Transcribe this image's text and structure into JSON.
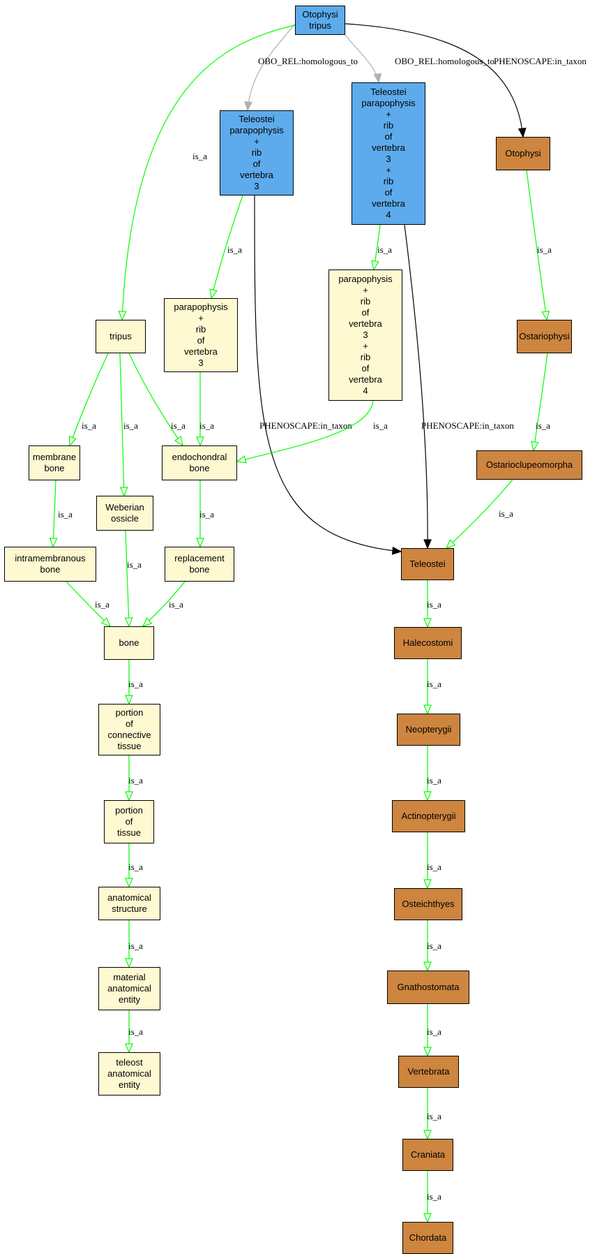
{
  "colors": {
    "blue": "#5dabec",
    "yellow": "#fff9d2",
    "brown": "#cd853f",
    "is_a": "#00ff00",
    "homologous": "#b0b0b0",
    "in_taxon": "#000000"
  },
  "nodes": [
    {
      "id": "otophysi_tripus",
      "text": "Otophysi\ntripus",
      "style": "blue"
    },
    {
      "id": "tel_pp3",
      "text": "Teleostei\nparapophysis\n+\nrib\nof\nvertebra\n3",
      "style": "blue"
    },
    {
      "id": "tel_pp34",
      "text": "Teleostei\nparapophysis\n+\nrib\nof\nvertebra\n3\n+\nrib\nof\nvertebra\n4",
      "style": "blue"
    },
    {
      "id": "otophysi",
      "text": "Otophysi",
      "style": "brown"
    },
    {
      "id": "tripus",
      "text": "tripus",
      "style": "yellow"
    },
    {
      "id": "pp3",
      "text": "parapophysis\n+\nrib\nof\nvertebra\n3",
      "style": "yellow"
    },
    {
      "id": "pp34",
      "text": "parapophysis\n+\nrib\nof\nvertebra\n3\n+\nrib\nof\nvertebra\n4",
      "style": "yellow"
    },
    {
      "id": "ostariophysi",
      "text": "Ostariophysi",
      "style": "brown"
    },
    {
      "id": "membrane_bone",
      "text": "membrane\nbone",
      "style": "yellow"
    },
    {
      "id": "endochondral",
      "text": "endochondral\nbone",
      "style": "yellow"
    },
    {
      "id": "ostarioclupeomorpha",
      "text": "Ostarioclupeomorpha",
      "style": "brown"
    },
    {
      "id": "weberian",
      "text": "Weberian\nossicle",
      "style": "yellow"
    },
    {
      "id": "intramembranous",
      "text": "intramembranous\nbone",
      "style": "yellow"
    },
    {
      "id": "replacement",
      "text": "replacement\nbone",
      "style": "yellow"
    },
    {
      "id": "teleostei",
      "text": "Teleostei",
      "style": "brown"
    },
    {
      "id": "bone",
      "text": "bone",
      "style": "yellow"
    },
    {
      "id": "halecostomi",
      "text": "Halecostomi",
      "style": "brown"
    },
    {
      "id": "portion_ct",
      "text": "portion\nof\nconnective\ntissue",
      "style": "yellow"
    },
    {
      "id": "neopterygii",
      "text": "Neopterygii",
      "style": "brown"
    },
    {
      "id": "portion_t",
      "text": "portion\nof\ntissue",
      "style": "yellow"
    },
    {
      "id": "actinopterygii",
      "text": "Actinopterygii",
      "style": "brown"
    },
    {
      "id": "anat_struct",
      "text": "anatomical\nstructure",
      "style": "yellow"
    },
    {
      "id": "osteichthyes",
      "text": "Osteichthyes",
      "style": "brown"
    },
    {
      "id": "material",
      "text": "material\nanatomical\nentity",
      "style": "yellow"
    },
    {
      "id": "gnathostomata",
      "text": "Gnathostomata",
      "style": "brown"
    },
    {
      "id": "teleost_entity",
      "text": "teleost\nanatomical\nentity",
      "style": "yellow"
    },
    {
      "id": "vertebrata",
      "text": "Vertebrata",
      "style": "brown"
    },
    {
      "id": "craniata",
      "text": "Craniata",
      "style": "brown"
    },
    {
      "id": "chordata",
      "text": "Chordata",
      "style": "brown"
    }
  ],
  "edges": [
    {
      "from": "otophysi_tripus",
      "to": "tel_pp3",
      "label": "OBO_REL:homologous_to",
      "kind": "homologous"
    },
    {
      "from": "otophysi_tripus",
      "to": "tel_pp34",
      "label": "OBO_REL:homologous_to",
      "kind": "homologous"
    },
    {
      "from": "otophysi_tripus",
      "to": "otophysi",
      "label": "PHENOSCAPE:in_taxon",
      "kind": "in_taxon"
    },
    {
      "from": "otophysi_tripus",
      "to": "tripus",
      "label": "is_a",
      "kind": "is_a"
    },
    {
      "from": "tel_pp3",
      "to": "pp3",
      "label": "is_a",
      "kind": "is_a"
    },
    {
      "from": "tel_pp3",
      "to": "teleostei",
      "label": "PHENOSCAPE:in_taxon",
      "kind": "in_taxon"
    },
    {
      "from": "tel_pp34",
      "to": "pp34",
      "label": "is_a",
      "kind": "is_a"
    },
    {
      "from": "tel_pp34",
      "to": "teleostei",
      "label": "PHENOSCAPE:in_taxon",
      "kind": "in_taxon"
    },
    {
      "from": "otophysi",
      "to": "ostariophysi",
      "label": "is_a",
      "kind": "is_a"
    },
    {
      "from": "ostariophysi",
      "to": "ostarioclupeomorpha",
      "label": "is_a",
      "kind": "is_a"
    },
    {
      "from": "ostarioclupeomorpha",
      "to": "teleostei",
      "label": "is_a",
      "kind": "is_a"
    },
    {
      "from": "tripus",
      "to": "membrane_bone",
      "label": "is_a",
      "kind": "is_a"
    },
    {
      "from": "tripus",
      "to": "weberian",
      "label": "is_a",
      "kind": "is_a"
    },
    {
      "from": "tripus",
      "to": "endochondral",
      "label": "is_a",
      "kind": "is_a"
    },
    {
      "from": "pp3",
      "to": "endochondral",
      "label": "is_a",
      "kind": "is_a"
    },
    {
      "from": "pp34",
      "to": "endochondral",
      "label": "is_a",
      "kind": "is_a"
    },
    {
      "from": "membrane_bone",
      "to": "intramembranous",
      "label": "is_a",
      "kind": "is_a"
    },
    {
      "from": "endochondral",
      "to": "replacement",
      "label": "is_a",
      "kind": "is_a"
    },
    {
      "from": "intramembranous",
      "to": "bone",
      "label": "is_a",
      "kind": "is_a"
    },
    {
      "from": "weberian",
      "to": "bone",
      "label": "is_a",
      "kind": "is_a"
    },
    {
      "from": "replacement",
      "to": "bone",
      "label": "is_a",
      "kind": "is_a"
    },
    {
      "from": "bone",
      "to": "portion_ct",
      "label": "is_a",
      "kind": "is_a"
    },
    {
      "from": "portion_ct",
      "to": "portion_t",
      "label": "is_a",
      "kind": "is_a"
    },
    {
      "from": "portion_t",
      "to": "anat_struct",
      "label": "is_a",
      "kind": "is_a"
    },
    {
      "from": "anat_struct",
      "to": "material",
      "label": "is_a",
      "kind": "is_a"
    },
    {
      "from": "material",
      "to": "teleost_entity",
      "label": "is_a",
      "kind": "is_a"
    },
    {
      "from": "teleostei",
      "to": "halecostomi",
      "label": "is_a",
      "kind": "is_a"
    },
    {
      "from": "halecostomi",
      "to": "neopterygii",
      "label": "is_a",
      "kind": "is_a"
    },
    {
      "from": "neopterygii",
      "to": "actinopterygii",
      "label": "is_a",
      "kind": "is_a"
    },
    {
      "from": "actinopterygii",
      "to": "osteichthyes",
      "label": "is_a",
      "kind": "is_a"
    },
    {
      "from": "osteichthyes",
      "to": "gnathostomata",
      "label": "is_a",
      "kind": "is_a"
    },
    {
      "from": "gnathostomata",
      "to": "vertebrata",
      "label": "is_a",
      "kind": "is_a"
    },
    {
      "from": "vertebrata",
      "to": "craniata",
      "label": "is_a",
      "kind": "is_a"
    },
    {
      "from": "craniata",
      "to": "chordata",
      "label": "is_a",
      "kind": "is_a"
    }
  ]
}
